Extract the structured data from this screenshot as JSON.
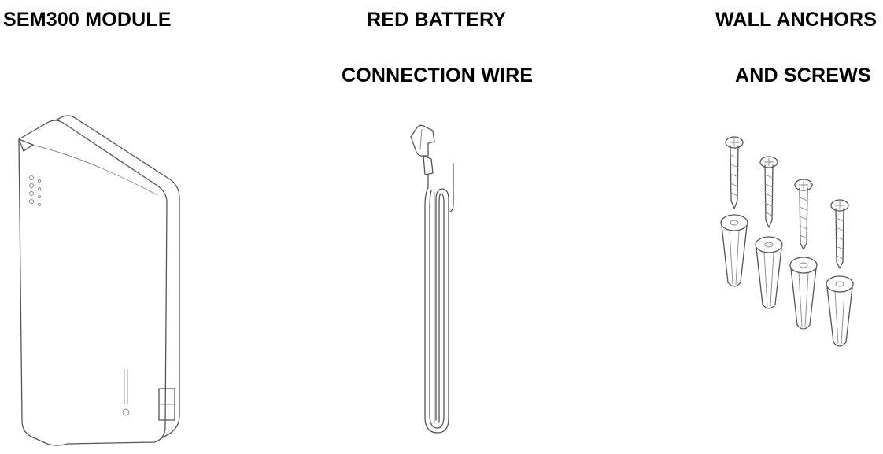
{
  "items": {
    "module": {
      "label": "SEM300 MODULE",
      "icon": "sem300-module-illustration"
    },
    "wire": {
      "label_line1": "RED BATTERY",
      "label_line2": "CONNECTION WIRE",
      "icon": "battery-wire-illustration"
    },
    "hardware": {
      "label_line1": "WALL ANCHORS",
      "label_line2": "AND SCREWS",
      "icon": "anchors-screws-illustration"
    }
  },
  "colors": {
    "text": "#000000",
    "line_art": "#555555",
    "background": "#ffffff"
  }
}
